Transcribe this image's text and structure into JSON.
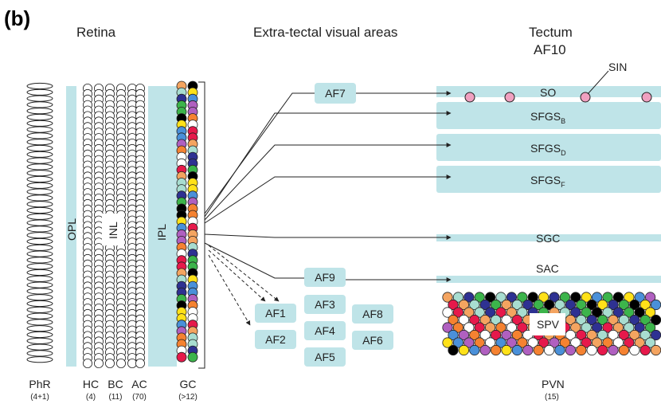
{
  "panel_label": "(b)",
  "headers": {
    "retina": "Retina",
    "extra_tectal": "Extra-tectal visual areas",
    "tectum": "Tectum",
    "tectum_sub": "AF10"
  },
  "retina_layers": {
    "opl": "OPL",
    "inl": "INL",
    "ipl": "IPL"
  },
  "cell_types": [
    {
      "name": "PhR",
      "count": "(4+1)"
    },
    {
      "name": "HC",
      "count": "(4)"
    },
    {
      "name": "BC",
      "count": "(11)"
    },
    {
      "name": "AC",
      "count": "(70)"
    },
    {
      "name": "GC",
      "count": "(>12)"
    }
  ],
  "arbor_fields": [
    "AF7",
    "AF9",
    "AF3",
    "AF1",
    "AF8",
    "AF4",
    "AF2",
    "AF6",
    "AF5"
  ],
  "tectal_layers": {
    "so": "SO",
    "sfgs_b": {
      "main": "SFGS",
      "sub": "B"
    },
    "sfgs_d": {
      "main": "SFGS",
      "sub": "D"
    },
    "sfgs_f": {
      "main": "SFGS",
      "sub": "F"
    },
    "sgc": "SGC",
    "sac": "SAC",
    "spv": "SPV",
    "sin": "SIN"
  },
  "pvn": {
    "name": "PVN",
    "count": "(15)"
  },
  "colors": {
    "layer_fill": "#bfe4e8",
    "sin_cell": "#f0a0c0",
    "gc_palette": [
      "#f4a460",
      "#3cb44b",
      "#4a90d9",
      "#ffffff",
      "#a8ddd0",
      "#000000",
      "#b060c0",
      "#e6194b",
      "#2e3192",
      "#ffe119",
      "#f58231"
    ]
  }
}
